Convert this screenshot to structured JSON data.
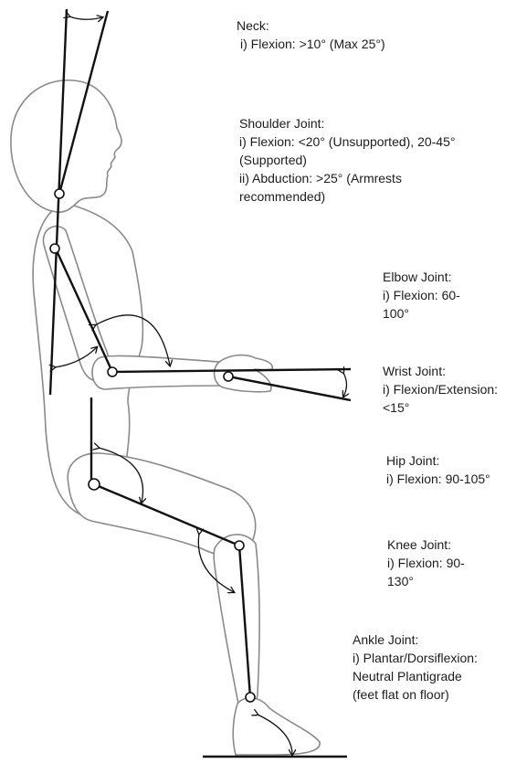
{
  "colors": {
    "outline": "#8a8a8a",
    "skeleton": "#111111",
    "text": "#1c1c1c",
    "background": "#ffffff"
  },
  "labels": {
    "neck": {
      "title": "Neck:",
      "lines": [
        "i) Flexion:  >10° (Max 25°)"
      ]
    },
    "shoulder": {
      "title": "Shoulder Joint:",
      "lines": [
        "i) Flexion: <20° (Unsupported), 20-45°",
        "(Supported)",
        "ii) Abduction: >25° (Armrests",
        "recommended)"
      ]
    },
    "elbow": {
      "title": "Elbow Joint:",
      "lines": [
        "i) Flexion: 60-",
        "100°"
      ]
    },
    "wrist": {
      "title": "Wrist Joint:",
      "lines": [
        "i) Flexion/Extension:",
        "<15°"
      ]
    },
    "hip": {
      "title": "Hip Joint:",
      "lines": [
        "i) Flexion: 90-105°"
      ]
    },
    "knee": {
      "title": "Knee Joint:",
      "lines": [
        "i) Flexion: 90-",
        "130°"
      ]
    },
    "ankle": {
      "title": "Ankle Joint:",
      "lines": [
        "i) Plantar/Dorsiflexion:",
        "Neutral Plantigrade",
        "(feet flat on floor)"
      ]
    }
  }
}
